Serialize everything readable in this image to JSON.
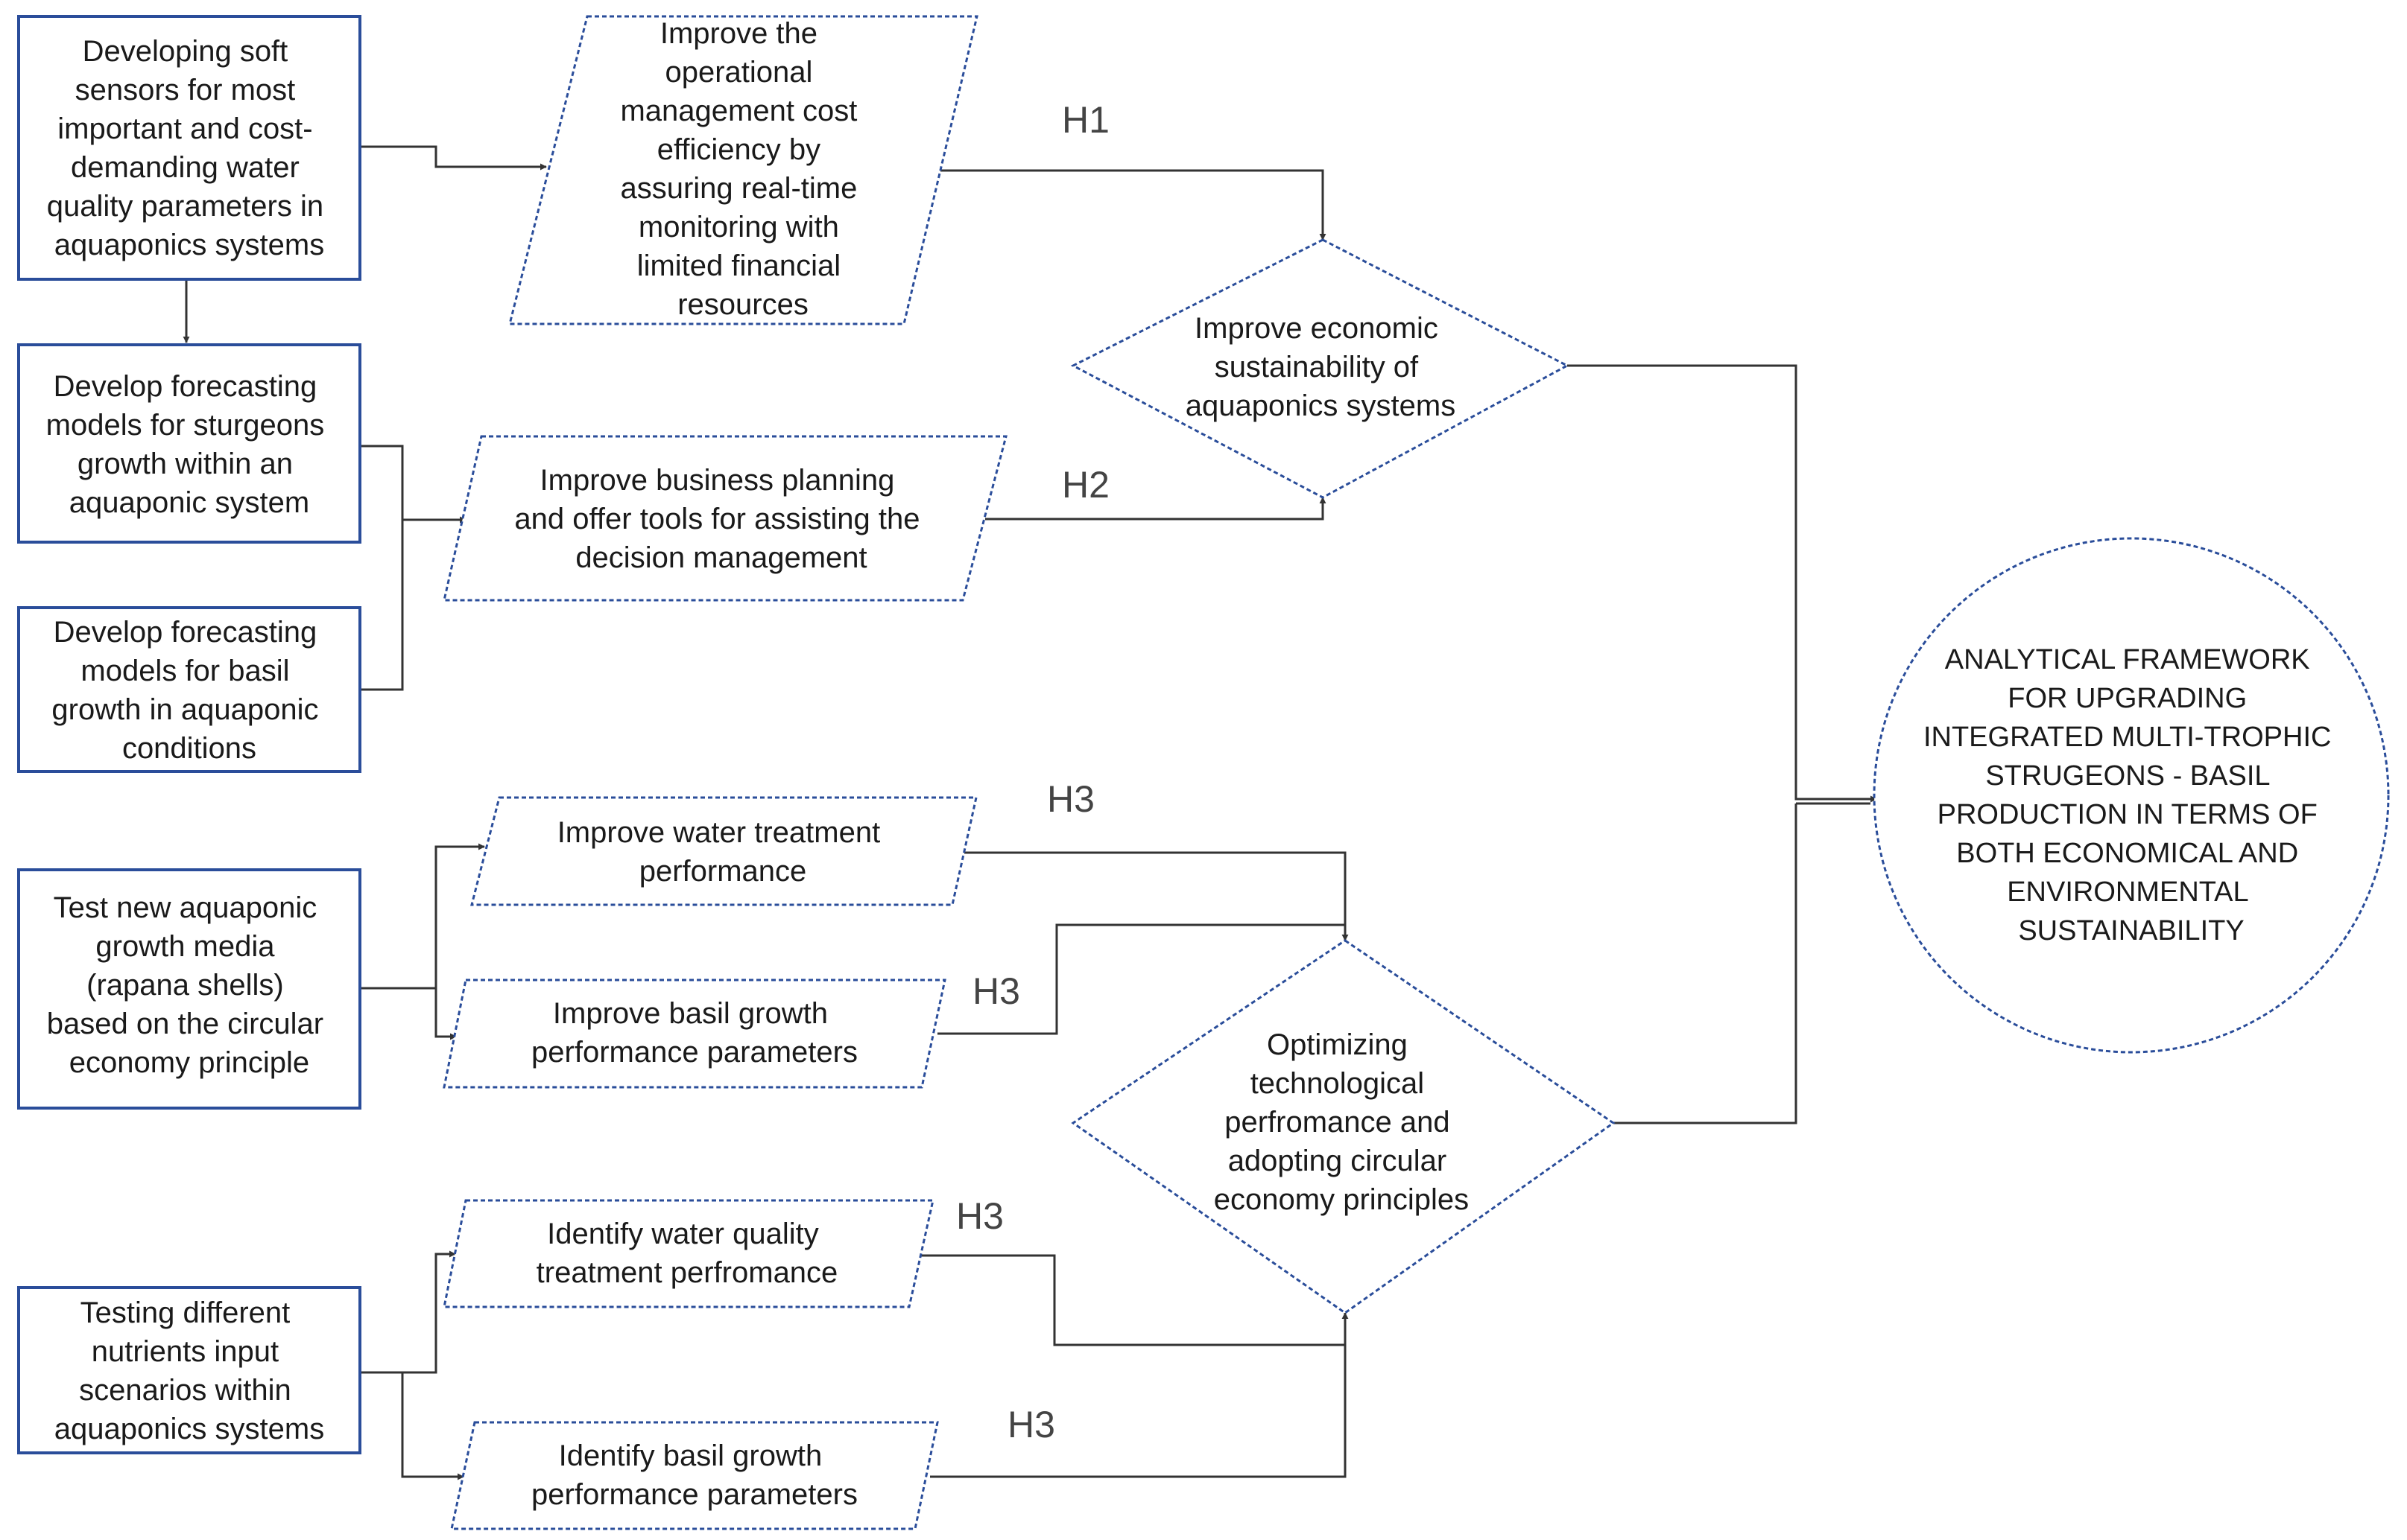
{
  "colors": {
    "border": "#2a4d9a",
    "line": "#333333",
    "text": "#1a1a1a",
    "hypothesis_label": "#444444"
  },
  "sources": [
    {
      "id": "s1",
      "lines": [
        "Developing soft",
        "sensors for most",
        "important and cost-",
        "demanding water",
        "quality parameters in",
        "aquaponics systems"
      ]
    },
    {
      "id": "s2",
      "lines": [
        "Develop forecasting",
        "models for sturgeons",
        "growth within an",
        "aquaponic system"
      ]
    },
    {
      "id": "s3",
      "lines": [
        "Develop forecasting",
        "models for basil",
        "growth in aquaponic",
        "conditions"
      ]
    },
    {
      "id": "s4",
      "lines": [
        "Test new aquaponic",
        "growth media",
        "(rapana shells)",
        "based on the circular",
        "economy principle"
      ]
    },
    {
      "id": "s5",
      "lines": [
        "Testing different",
        "nutrients input",
        "scenarios within",
        "aquaponics systems"
      ]
    }
  ],
  "outcomes": [
    {
      "id": "o1",
      "lines": [
        "Improve the",
        "operational",
        "management cost",
        "efficiency by",
        "assuring real-time",
        "monitoring with",
        "limited financial",
        "resources"
      ]
    },
    {
      "id": "o2",
      "lines": [
        "Improve business planning",
        "and offer tools for assisting the",
        "decision management"
      ]
    },
    {
      "id": "o3",
      "lines": [
        "Improve water treatment",
        "performance"
      ]
    },
    {
      "id": "o4",
      "lines": [
        "Improve basil growth",
        "performance parameters"
      ]
    },
    {
      "id": "o5",
      "lines": [
        "Identify water quality",
        "treatment perfromance"
      ]
    },
    {
      "id": "o6",
      "lines": [
        "Identify  basil growth",
        "performance parameters"
      ]
    }
  ],
  "objectives": [
    {
      "id": "d1",
      "lines": [
        "Improve  economic",
        "sustainability of",
        "aquaponics systems"
      ]
    },
    {
      "id": "d2",
      "lines": [
        "Optimizing",
        "technological",
        "perfromance and",
        "adopting circular",
        "economy principles"
      ]
    }
  ],
  "goal": {
    "lines": [
      "ANALYTICAL FRAMEWORK",
      "FOR UPGRADING",
      "INTEGRATED MULTI-TROPHIC",
      "STRUGEONS - BASIL",
      "PRODUCTION IN TERMS OF",
      "BOTH ECONOMICAL AND",
      "ENVIRONMENTAL",
      "SUSTAINABILITY"
    ]
  },
  "hypotheses": [
    "H1",
    "H2",
    "H3",
    "H3",
    "H3",
    "H3"
  ]
}
